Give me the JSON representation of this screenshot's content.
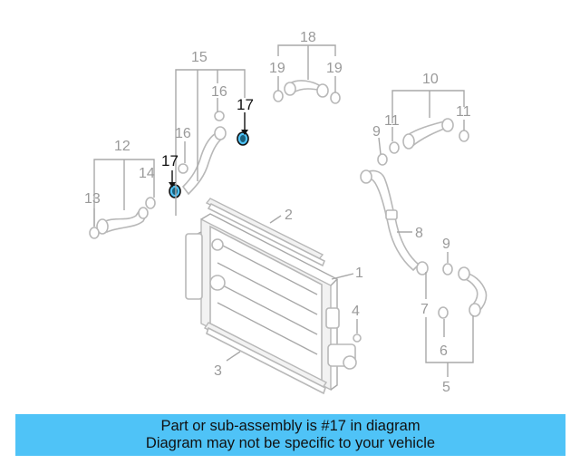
{
  "diagram": {
    "labels": {
      "n1": "1",
      "n2": "2",
      "n3": "3",
      "n4": "4",
      "n5": "5",
      "n6": "6",
      "n7": "7",
      "n8": "8",
      "n9a": "9",
      "n9b": "9",
      "n10": "10",
      "n11a": "11",
      "n11b": "11",
      "n12": "12",
      "n13": "13",
      "n14": "14",
      "n15": "15",
      "n16a": "16",
      "n16b": "16",
      "n17a": "17",
      "n17b": "17",
      "n18": "18",
      "n19a": "19",
      "n19b": "19"
    },
    "highlight_part": "17",
    "highlight_color": "#4fc3f7"
  },
  "banner": {
    "line1": "Part or sub-assembly is #17 in diagram",
    "line2": "Diagram may not be specific to your vehicle",
    "background": "#4fc3f7"
  }
}
